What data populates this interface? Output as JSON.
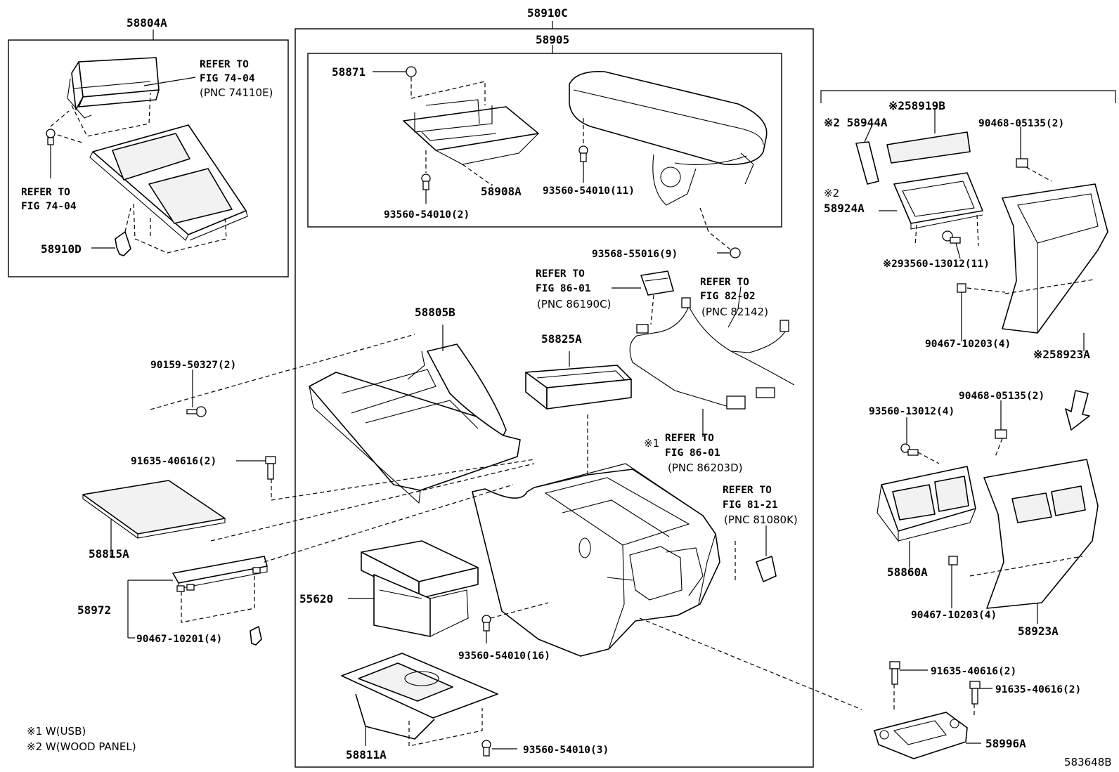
{
  "labels": {
    "p58910C": "58910C",
    "p58905": "58905",
    "p58804A": "58804A",
    "refer7404a_1": "REFER TO",
    "refer7404a_2": "FIG 74-04",
    "refer7404a_3": "(PNC 74110E)",
    "refer7404b_1": "REFER TO",
    "refer7404b_2": "FIG 74-04",
    "p58910D": "58910D",
    "p58871": "58871",
    "p58908A": "58908A",
    "p93560_54010_2": "93560-54010(2)",
    "p93560_54010_11": "93560-54010(11)",
    "p93568_55016_9": "93568-55016(9)",
    "refer8601a_1": "REFER TO",
    "refer8601a_2": "FIG 86-01",
    "refer8601a_3": "(PNC 86190C)",
    "refer8202_1": "REFER TO",
    "refer8202_2": "FIG 82-02",
    "refer8202_3": "(PNC 82142)",
    "p58805B": "58805B",
    "p58825A": "58825A",
    "p90159_50327_2": "90159-50327(2)",
    "refer8601b_mark": "※1",
    "refer8601b_1": "REFER TO",
    "refer8601b_2": "FIG 86-01",
    "refer8601b_3": "(PNC 86203D)",
    "p91635_40616_2a": "91635-40616(2)",
    "refer8121_1": "REFER TO",
    "refer8121_2": "FIG 81-21",
    "refer8121_3": "(PNC 81080K)",
    "p58815A": "58815A",
    "p55620": "55620",
    "p58972": "58972",
    "p90467_10201_4": "90467-10201(4)",
    "p93560_54010_16": "93560-54010(16)",
    "p58811A": "58811A",
    "p93560_54010_3": "93560-54010(3)",
    "p58919B": "※258919B",
    "p58944A": "※2 58944A",
    "p90468_05135_2a": "90468-05135(2)",
    "p58924A_mark": "※2",
    "p58924A": "58924A",
    "p93560_13012_11": "※293560-13012(11)",
    "p90467_10203_4a": "90467-10203(4)",
    "p58923A_top": "※258923A",
    "p90468_05135_2b": "90468-05135(2)",
    "p93560_13012_4": "93560-13012(4)",
    "p58860A": "58860A",
    "p90467_10203_4b": "90467-10203(4)",
    "p58923A": "58923A",
    "p91635_40616_2b": "91635-40616(2)",
    "p91635_40616_2c": "91635-40616(2)",
    "p58996A": "58996A",
    "note1": "※1 W(USB)",
    "note2": "※2 W(WOOD PANEL)",
    "diagram_id": "583648B"
  }
}
